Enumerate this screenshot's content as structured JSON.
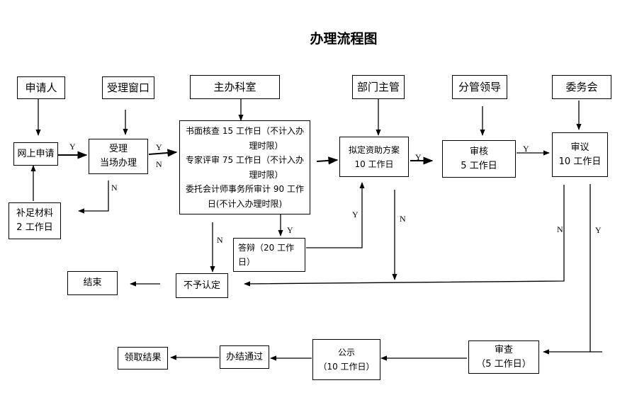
{
  "title": "办理流程图",
  "headers": {
    "applicant": "申请人",
    "window": "受理窗口",
    "office": "主办科室",
    "dept_head": "部门主管",
    "leader": "分管领导",
    "committee": "委务会"
  },
  "steps": {
    "online_apply": "网上申请",
    "accept_1": "受理",
    "accept_2": "当场办理",
    "supplement_1": "补足材料",
    "supplement_2": "2 工作日",
    "review_1": "书面核查 15 工作日（不计入办",
    "review_1b": "理时限）",
    "review_2": "专家评审 75 工作日（不计入办",
    "review_2b": "理时限）",
    "review_3": "委托会计师事务所审计 90 工作",
    "review_3b": "日(不计入办理时限)",
    "defense_1": "答辩（20 工作",
    "defense_2": "日）",
    "plan_1": "拟定资助方案",
    "plan_2": "10 工作日",
    "check_1": "审核",
    "check_2": "5 工作日",
    "deliberate_1": "审议",
    "deliberate_2": "10 工作日",
    "reject": "不予认定",
    "end": "结束",
    "audit_1": "审查",
    "audit_2": "（5 工作日）",
    "publicity_1": "公示",
    "publicity_2": "（10 工作日）",
    "approved": "办结通过",
    "collect": "领取结果"
  },
  "labels": {
    "y1": "Y",
    "y2": "Y",
    "n1": "N",
    "n2": "N",
    "y3": "Y",
    "n3": "N",
    "y4": "Y",
    "n4": "N",
    "y5": "Y",
    "y6": "Y",
    "n5": "N",
    "y7": "Y"
  }
}
